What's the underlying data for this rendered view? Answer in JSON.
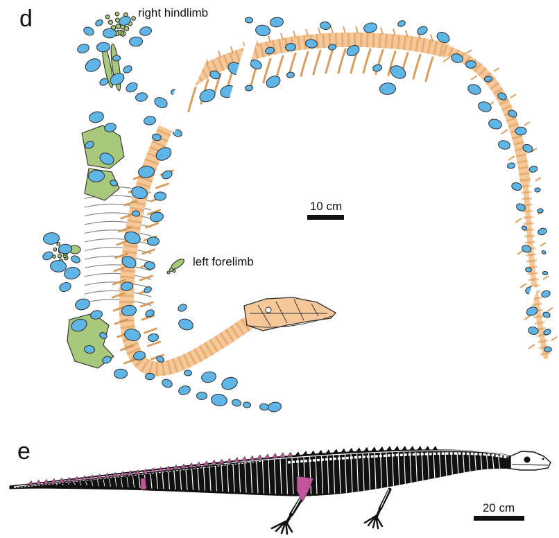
{
  "figure": {
    "panel_d": {
      "label": "d",
      "annotations": {
        "right_hindlimb": "right hindlimb",
        "left_forelimb": "left forelimb"
      },
      "scale_bar": "10 cm"
    },
    "panel_e": {
      "label": "e",
      "scale_bar": "20 cm"
    }
  },
  "colors": {
    "osteoderm_blue": "#5FB5E5",
    "bone_orange": "#F6C899",
    "bone_orange_dark": "#D3934F",
    "limb_green": "#A8C97C",
    "outline": "#2b2b2b",
    "gastralia_gray": "#8a8a8a",
    "reconstruction_black": "#111111",
    "highlight_pink": "#C2549B",
    "background": "#ffffff"
  }
}
